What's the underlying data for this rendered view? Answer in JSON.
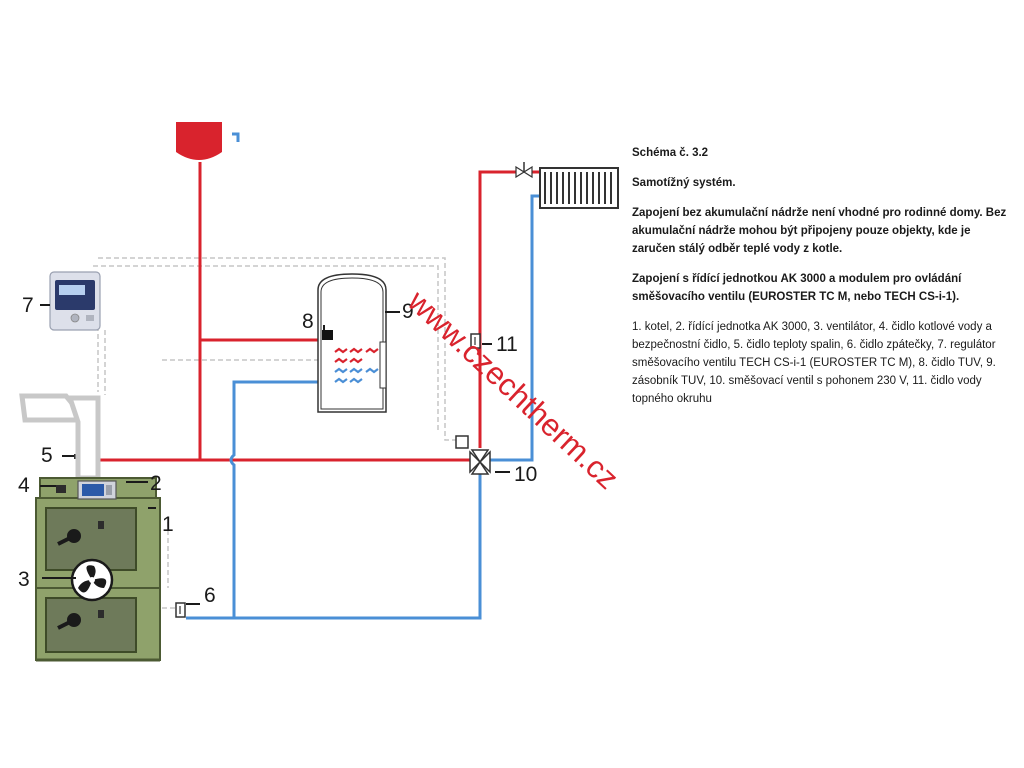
{
  "legend": {
    "title": "Schéma č. 3.2",
    "system": "Samotížný systém.",
    "warning": "Zapojení bez akumulační nádrže není vhodné pro rodinné domy. Bez akumulační nádrže mohou být připojeny pouze objekty, kde je zaručen stálý odběr teplé vody z kotle.",
    "connection": "Zapojení s řídící jednotkou AK 3000 a modulem pro ovládání směšovacího ventilu (EUROSTER TC M, nebo TECH CS-i-1).",
    "components": "1. kotel, 2. řídící jednotka AK 3000, 3. ventilátor, 4. čidlo kotlové vody a bezpečnostní čidlo, 5. čidlo teploty spalin, 6. čidlo  zpátečky, 7. regulátor směšovacího ventilu TECH CS-i-1 (EUROSTER TC M), 8. čidlo TUV, 9. zásobník TUV,  10. směšovací ventil s pohonem 230 V, 11. čidlo vody topného okruhu"
  },
  "labels": {
    "n1": "1",
    "n2": "2",
    "n3": "3",
    "n4": "4",
    "n5": "5",
    "n6": "6",
    "n7": "7",
    "n8": "8",
    "n9": "9",
    "n10": "10",
    "n11": "11"
  },
  "watermark": "www.czechtherm.cz",
  "colors": {
    "supply_pipe": "#d9232d",
    "return_pipe": "#4a8fd6",
    "boiler_body": "#8fa26b",
    "expansion_tank": "#d9232d"
  }
}
